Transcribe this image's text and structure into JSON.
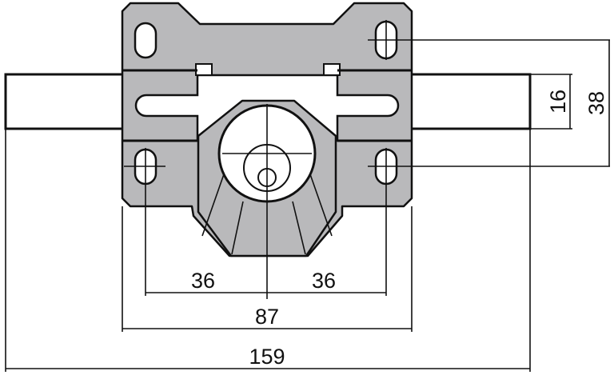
{
  "drawing": {
    "dimensions": {
      "left_hole_to_center": "36",
      "right_hole_to_center": "36",
      "plate_width": "87",
      "overall_length": "159",
      "bar_height": "16",
      "hole_spacing_vertical": "38"
    },
    "colors": {
      "part": "#b9b9bb",
      "line": "#111111"
    }
  }
}
